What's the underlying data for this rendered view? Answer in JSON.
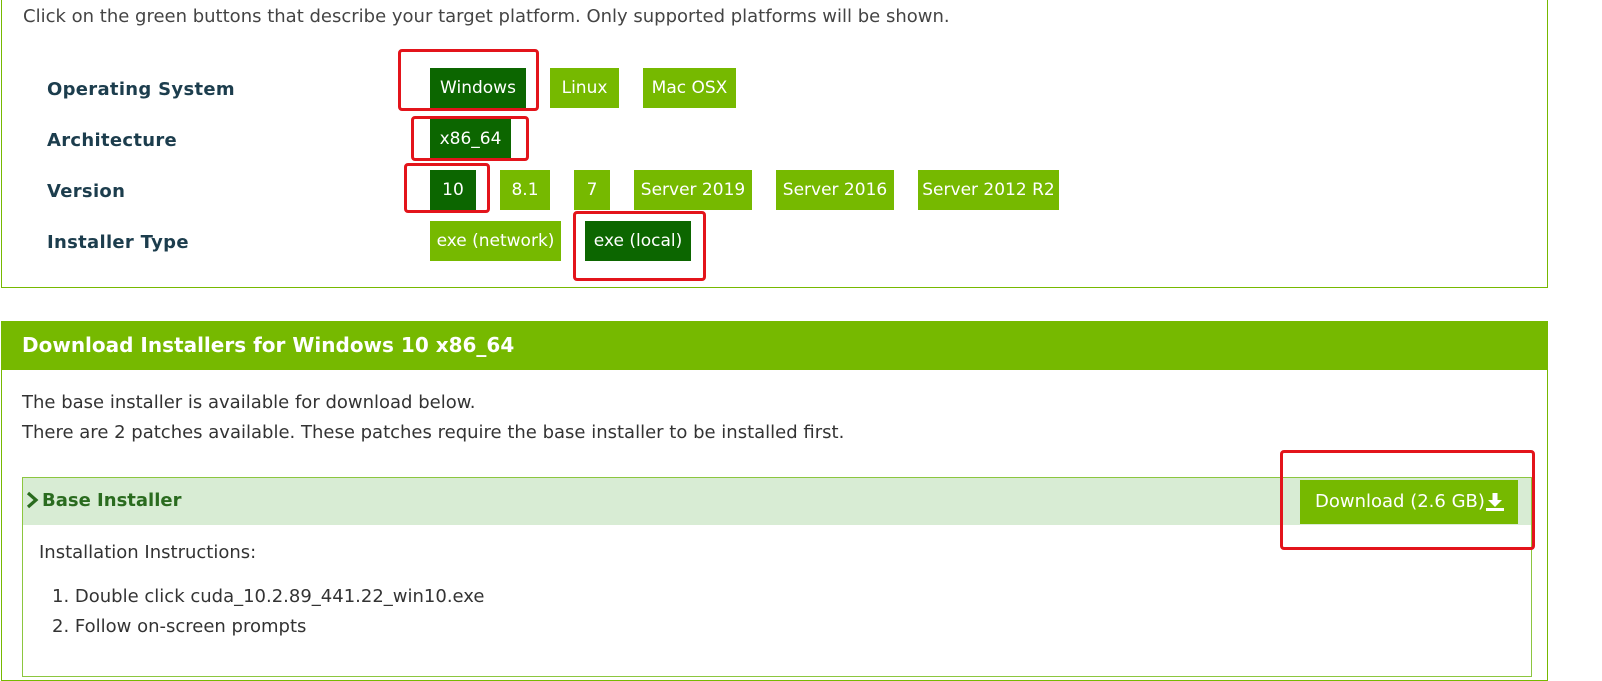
{
  "selector": {
    "intro": "Click on the green buttons that describe your target platform. Only supported platforms will be shown.",
    "rows": {
      "os": {
        "label": "Operating System",
        "options": [
          "Windows",
          "Linux",
          "Mac OSX"
        ],
        "selected": "Windows"
      },
      "arch": {
        "label": "Architecture",
        "options": [
          "x86_64"
        ],
        "selected": "x86_64"
      },
      "version": {
        "label": "Version",
        "options": [
          "10",
          "8.1",
          "7",
          "Server 2019",
          "Server 2016",
          "Server 2012 R2"
        ],
        "selected": "10"
      },
      "installer": {
        "label": "Installer Type",
        "options": [
          "exe (network)",
          "exe (local)"
        ],
        "selected": "exe (local)"
      }
    }
  },
  "download": {
    "title": "Download Installers for Windows 10 x86_64",
    "info": [
      "The base installer is available for download below.",
      "There are 2 patches available. These patches require the base installer to be installed first."
    ],
    "base_installer": {
      "title": "Base Installer",
      "button_label": "Download (2.6 GB)",
      "instructions_heading": "Installation Instructions:",
      "steps": [
        "1. Double click cuda_10.2.89_441.22_win10.exe",
        "2. Follow on-screen prompts"
      ]
    }
  },
  "colors": {
    "brand_green": "#76b900",
    "selected_green": "#0c6600",
    "highlight_red": "#e3141b",
    "base_header_bg": "#d8ecd4"
  },
  "icons": [
    "chevron-right-icon",
    "download-icon"
  ]
}
